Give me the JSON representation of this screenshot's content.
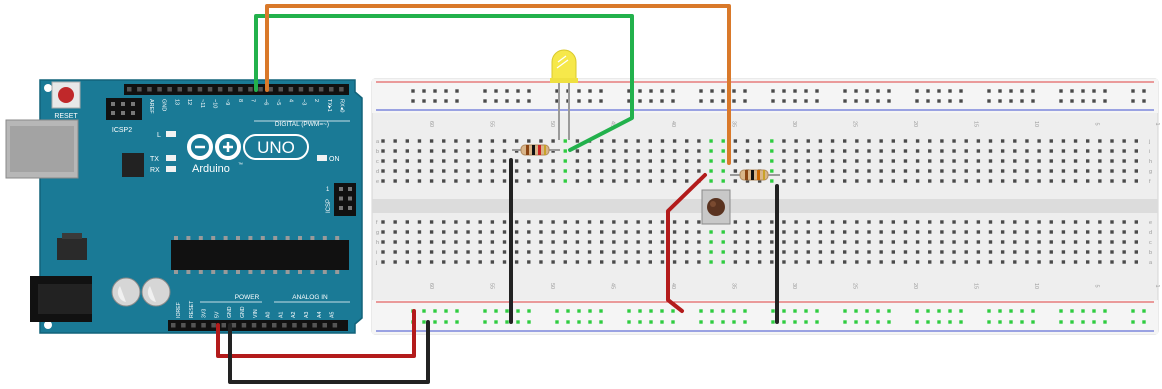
{
  "board": {
    "reset": "RESET",
    "icsp2": "ICSP2",
    "icsp": "ICSP",
    "logo_symbol": "∞",
    "uno": "UNO",
    "brand": "Arduino",
    "tm": "™",
    "digital": "DIGITAL (PWM=~)",
    "header_top": [
      "AREF",
      "GND",
      "13",
      "12",
      "~11",
      "~10",
      "~9",
      "8",
      "7",
      "~6",
      "~5",
      "4",
      "~3",
      "2",
      "TX▸1",
      "RX◂0"
    ],
    "led_l": "L",
    "led_tx": "TX",
    "led_rx": "RX",
    "on": "ON",
    "num_1": "1",
    "power": "POWER",
    "analog_in": "ANALOG IN",
    "header_bottom": [
      "IOREF",
      "RESET",
      "3V3",
      "5V",
      "GND",
      "GND",
      "VIN",
      "A0",
      "A1",
      "A2",
      "A3",
      "A4",
      "A5"
    ]
  },
  "breadboard": {
    "rows_left": [
      "a",
      "b",
      "c",
      "d",
      "e",
      "f",
      "g",
      "h",
      "i",
      "j"
    ],
    "rows_right": [
      "j",
      "i",
      "h",
      "g",
      "f",
      "e",
      "d",
      "c",
      "b",
      "a"
    ],
    "col_numbers": [
      "60",
      "55",
      "50",
      "45",
      "40",
      "35",
      "30",
      "25",
      "20",
      "15",
      "10",
      "5",
      "1"
    ]
  },
  "colors": {
    "board": "#1a7a96",
    "breadboard": "#eeeeee",
    "wire_green": "#22b14c",
    "wire_orange": "#d9792a",
    "wire_red": "#b31b1b",
    "wire_black": "#222222",
    "led": "#f6e84a",
    "hole": "#4a4a4a",
    "hole_active": "#2ecc40"
  }
}
